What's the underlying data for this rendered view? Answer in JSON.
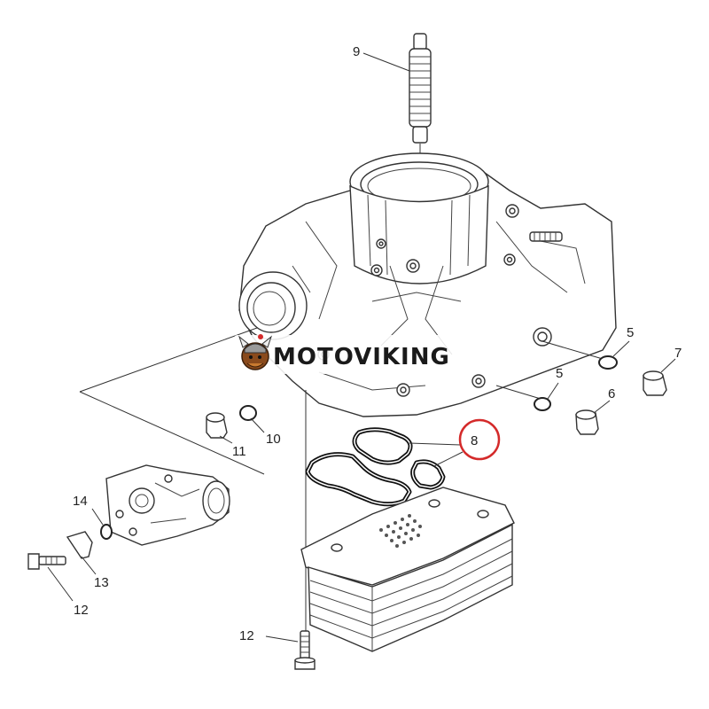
{
  "callouts": {
    "c5a": "5",
    "c5b": "5",
    "c6": "6",
    "c7": "7",
    "c8": "8",
    "c9": "9",
    "c10": "10",
    "c11": "11",
    "c12a": "12",
    "c12b": "12",
    "c13": "13",
    "c14": "14"
  },
  "watermark": {
    "text": "MOTOVIKING"
  },
  "highlight": {
    "color": "#d42a2a",
    "target": "8"
  }
}
